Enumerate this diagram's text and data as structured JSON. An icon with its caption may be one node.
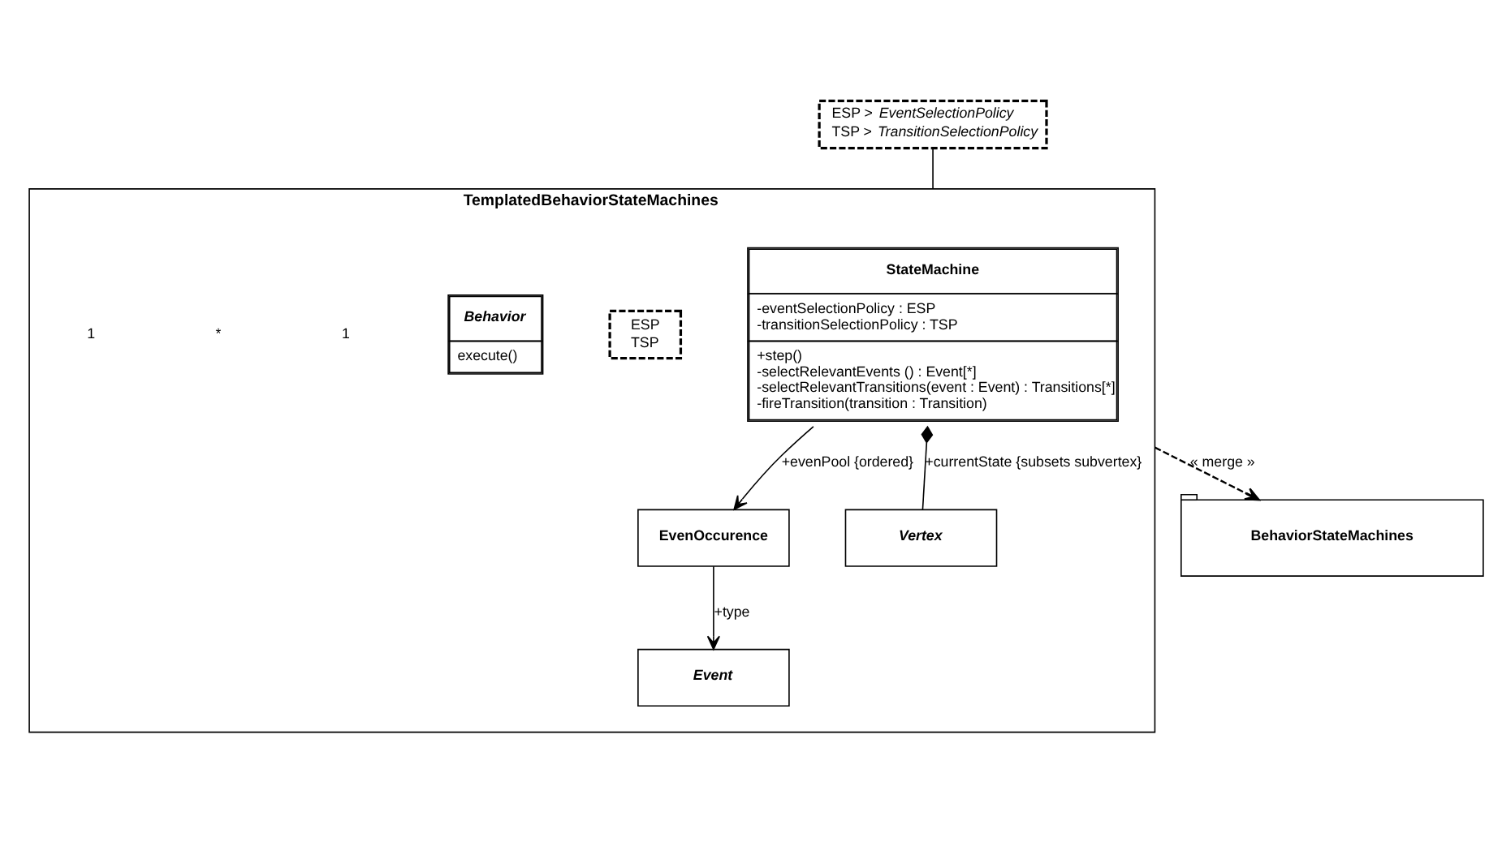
{
  "diagram": {
    "nodes": [
      {
        "text": [
          "BehaviorStateMachines"
        ]
      },
      {
        "text": [
          "TemplatedBehaviorStateMachines"
        ]
      },
      {
        "text": [
          "ESP > *EventSelectionPolicy*",
          "TSP > *TransitionSelectionPolicy*"
        ]
      },
      {
        "text": [
          "StateMachine",
          "-eventSelectionPolicy : ESP",
          "-transitionSelectionPolicy : TSP",
          "+step()",
          "-selectRelevantEvents () : Event[*]",
          "-selectRelevantTransitions(event : Event) : Transitions[*]",
          "-fireTransition(transition : Transition)"
        ],
        "in": 1
      },
      {
        "text": [
          "ESP",
          "TSP"
        ],
        "in": 1
      },
      {
        "text": [
          "EvenOccurence"
        ],
        "in": 1
      },
      {
        "text": [
          "Event"
        ],
        "in": 1
      },
      {
        "text": [
          "Behavior",
          "execute()"
        ],
        "in": 1
      },
      {
        "text": [
          "Vertex"
        ],
        "in": 1
      }
    ],
    "edges": [
      {
        "from": 1,
        "to": 0,
        "arrow": "to",
        "style": "dashed",
        "label": "« merge »"
      },
      {
        "from": 2,
        "to": 1,
        "arrow": "none"
      },
      {
        "from": 3,
        "to": 5,
        "arrow": "to",
        "label": "+evenPool {ordered}"
      },
      {
        "from": 5,
        "to": 6,
        "arrow": "to",
        "label": "+type"
      },
      {
        "from": 3,
        "to": 8,
        "arrow": "other",
        "label": "+currentState {subsets subvertex}"
      }
    ],
    "labels": [
      "1",
      "*",
      "1"
    ]
  }
}
